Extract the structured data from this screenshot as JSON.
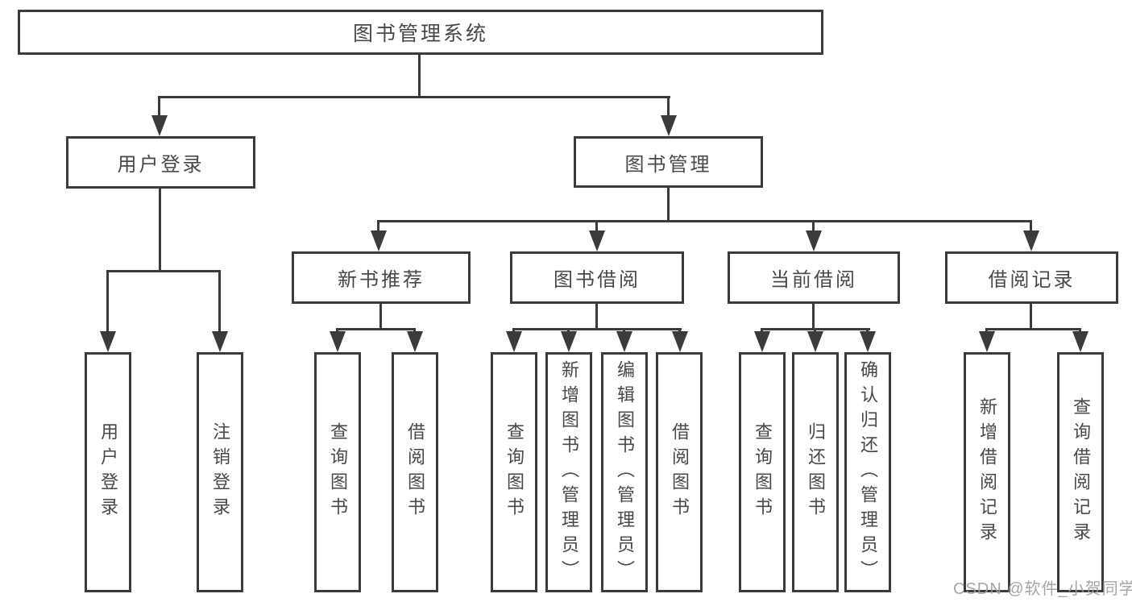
{
  "tree": {
    "label": "图书管理系统",
    "children": [
      {
        "label": "用户登录",
        "children": [
          {
            "label": "用户登录"
          },
          {
            "label": "注销登录"
          }
        ]
      },
      {
        "label": "图书管理",
        "children": [
          {
            "label": "新书推荐",
            "children": [
              {
                "label": "查询图书"
              },
              {
                "label": "借阅图书"
              }
            ]
          },
          {
            "label": "图书借阅",
            "children": [
              {
                "label": "查询图书"
              },
              {
                "label": "新增图书（管理员）"
              },
              {
                "label": "编辑图书（管理员）"
              },
              {
                "label": "借阅图书"
              }
            ]
          },
          {
            "label": "当前借阅",
            "children": [
              {
                "label": "查询图书"
              },
              {
                "label": "归还图书"
              },
              {
                "label": "确认归还（管理员）"
              }
            ]
          },
          {
            "label": "借阅记录",
            "children": [
              {
                "label": "新增借阅记录"
              },
              {
                "label": "查询借阅记录"
              }
            ]
          }
        ]
      }
    ]
  },
  "watermark": "CSDN @软件_小贺同学",
  "colors": {
    "line": "#3b3b3b",
    "box_border": "#3b3b3b",
    "text": "#484848",
    "watermark": "#9e9e9e",
    "background": "#ffffff"
  }
}
